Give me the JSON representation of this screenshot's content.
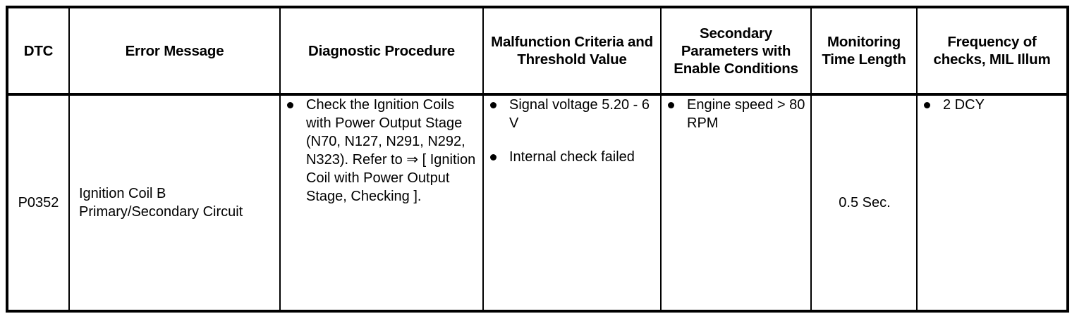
{
  "table": {
    "columns": [
      {
        "key": "dtc",
        "header": "DTC"
      },
      {
        "key": "error",
        "header": "Error Message"
      },
      {
        "key": "procedure",
        "header": "Diagnostic Procedure"
      },
      {
        "key": "criteria",
        "header": "Malfunction Criteria and Threshold Value"
      },
      {
        "key": "secondary",
        "header": "Secondary Parameters with Enable Conditions"
      },
      {
        "key": "monitoring",
        "header": "Monitoring Time Length"
      },
      {
        "key": "frequency",
        "header": "Frequency of checks, MIL Illum"
      }
    ],
    "rows": [
      {
        "dtc": "P0352",
        "error_message": "Ignition Coil B Primary/Secondary Circuit",
        "diagnostic_procedure": [
          "Check the Ignition Coils with Power Output Stage (N70, N127, N291, N292, N323). Refer to ⇒ [ Ignition Coil with Power Output Stage, Checking ]."
        ],
        "malfunction_criteria": [
          "Signal voltage 5.20 - 6 V",
          "Internal check failed"
        ],
        "secondary_parameters": [
          "Engine speed > 80 RPM"
        ],
        "monitoring_time": "0.5 Sec.",
        "frequency_of_checks": [
          "2 DCY"
        ]
      }
    ]
  },
  "style": {
    "border_color": "#000000",
    "text_color": "#000000",
    "background": "#ffffff"
  }
}
